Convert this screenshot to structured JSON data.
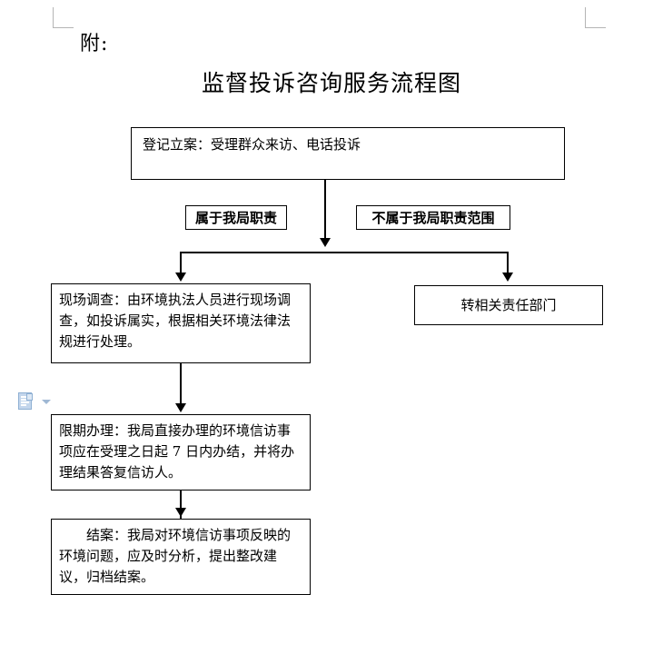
{
  "document": {
    "attachment_label": "附:",
    "title": "监督投诉咨询服务流程图"
  },
  "flowchart": {
    "nodes": {
      "register": "登记立案：受理群众来访、电话投诉",
      "in_scope": "属于我局职责",
      "out_of_scope": "不属于我局职责范围",
      "investigate": "现场调查：由环境执法人员进行现场调查，如投诉属实，根据相关环境法律法规进行处理。",
      "transfer": "转相关责任部门",
      "handle": "限期办理：我局直接办理的环境信访事项应在受理之日起 7 日内办结，并将办理结果答复信访人。",
      "close": "　　结案：我局对环境信访事项反映的环境问题，应及时分析，提出整改建议，归档结案。"
    },
    "colors": {
      "line": "#000000",
      "box_border": "#000000",
      "background": "#ffffff",
      "margin_mark": "#b5b5b5"
    }
  },
  "smart_tag": {
    "icon": "paste-options-icon",
    "dropdown_icon": "chevron-down-icon"
  }
}
